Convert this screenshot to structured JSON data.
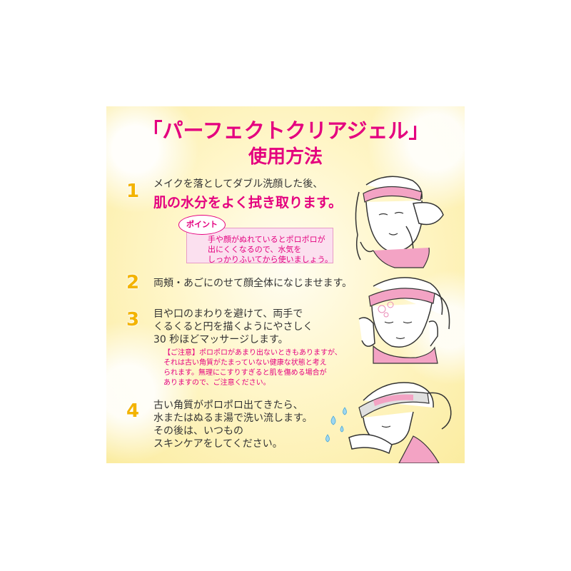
{
  "title": {
    "line1": "「パーフェクトクリアジェル」",
    "line2": "使用方法"
  },
  "steps": [
    {
      "number": "1",
      "text1": "メイクを落としてダブル洗顔した後、",
      "text2": "肌の水分をよく拭き取ります。"
    },
    {
      "number": "2",
      "text1": "両頬・あごにのせて顔全体になじませます。"
    },
    {
      "number": "3",
      "lines": [
        "目や口のまわりを避けて、両手で",
        "くるくると円を描くようにやさしく",
        "30 秒ほどマッサージします。"
      ]
    },
    {
      "number": "4",
      "lines": [
        "古い角質がポロポロ出てきたら、",
        "水またはぬるま湯で洗い流します。",
        "その後は、いつもの",
        "スキンケアをしてください。"
      ]
    }
  ],
  "point": {
    "label": "ポイント",
    "lines": [
      "手や顔がぬれているとポロポロが",
      "出にくくなるので、水気を",
      "しっかりふいてから使いましょう。"
    ]
  },
  "caution": {
    "lines": [
      "【ご注意】ポロポロがあまり出ないときもありますが、",
      "それは古い角質がたまっていない健康な状態と考え",
      "られます。無理にこすりすぎると肌を傷める場合が",
      "ありますので、ご注意ください。"
    ]
  },
  "colors": {
    "accent": "#e4007f",
    "number": "#f3b300",
    "headband": "#f3a3c4",
    "background": "#fff6c9"
  }
}
